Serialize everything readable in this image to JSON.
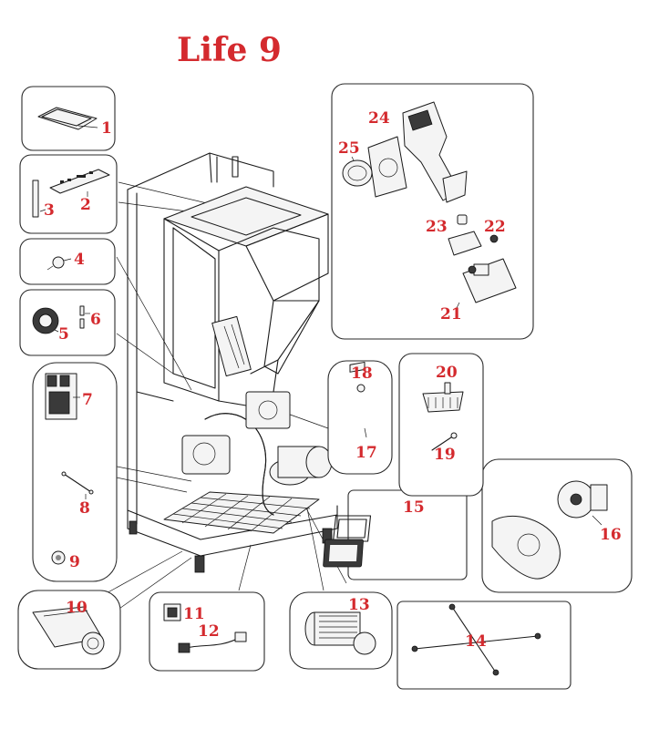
{
  "title": "Life 9",
  "accent_color": "#d42a2e",
  "labels": {
    "p1": "1",
    "p2": "2",
    "p3": "3",
    "p4": "4",
    "p5": "5",
    "p6": "6",
    "p7": "7",
    "p8": "8",
    "p9": "9",
    "p10": "10",
    "p11": "11",
    "p12": "12",
    "p13": "13",
    "p14": "14",
    "p15": "15",
    "p16": "16",
    "p17": "17",
    "p18": "18",
    "p19": "19",
    "p20": "20",
    "p21": "21",
    "p22": "22",
    "p23": "23",
    "p24": "24",
    "p25": "25"
  }
}
